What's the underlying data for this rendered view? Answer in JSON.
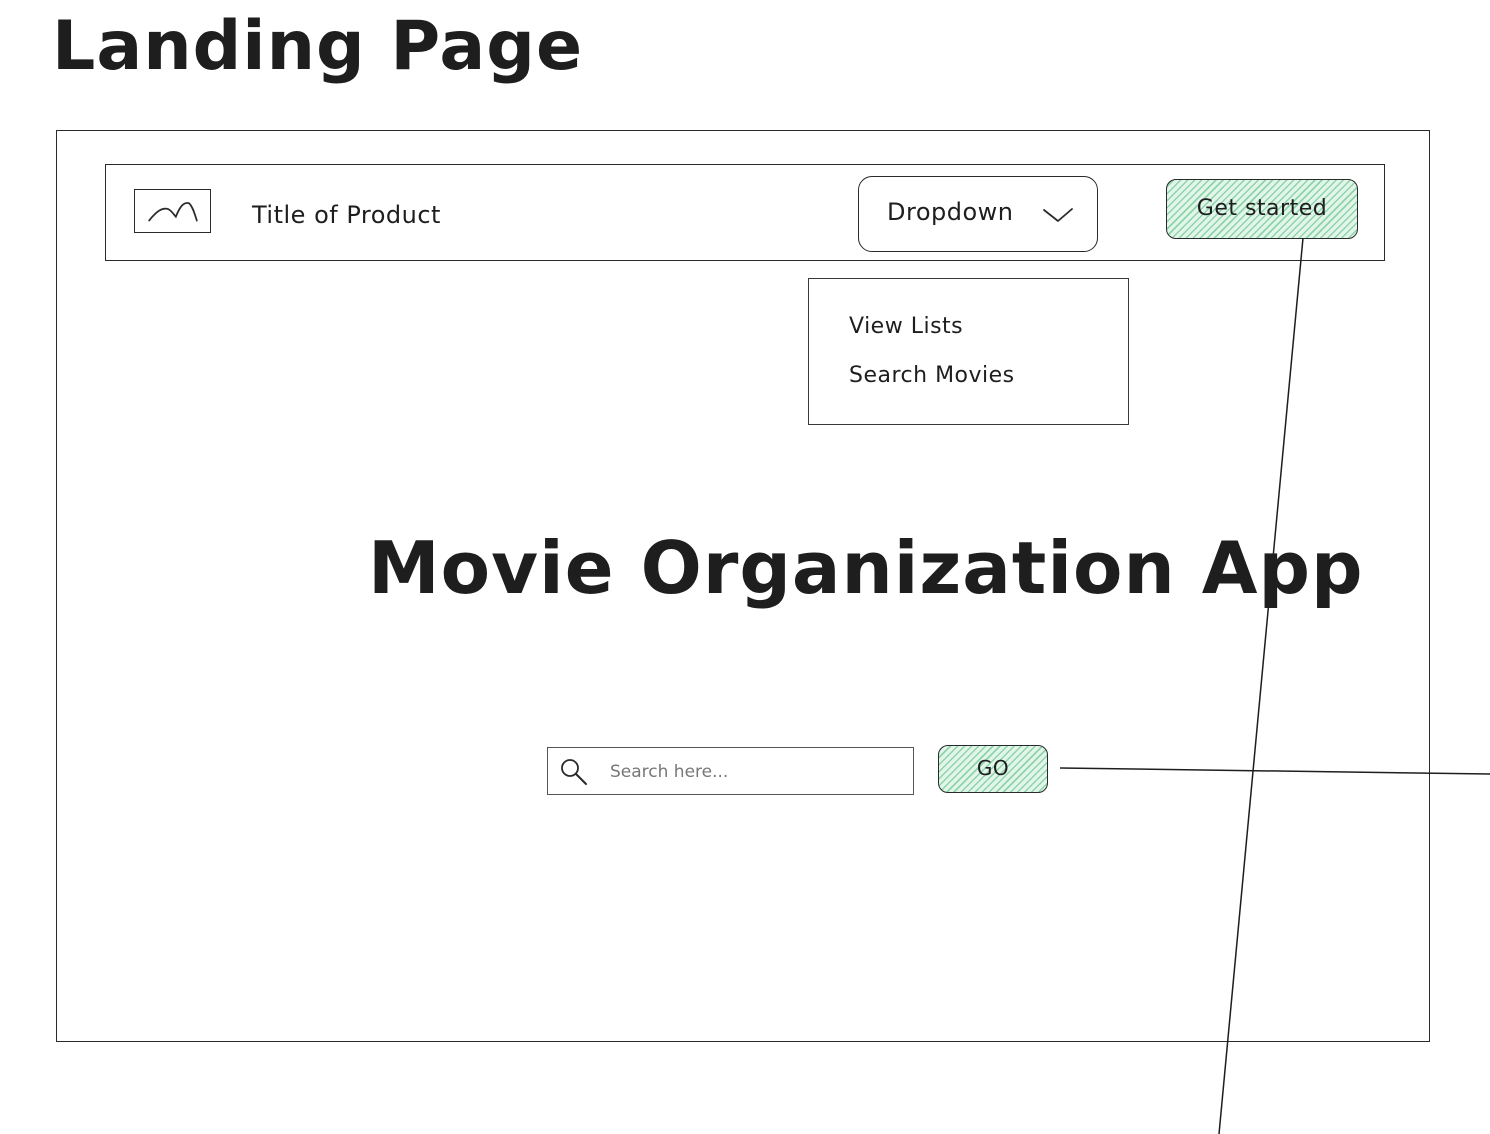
{
  "page": {
    "heading": "Landing Page"
  },
  "navbar": {
    "product_title": "Title of Product",
    "dropdown_label": "Dropdown",
    "cta_label": "Get started"
  },
  "dropdown_menu": {
    "items": [
      {
        "label": "View Lists"
      },
      {
        "label": "Search Movies"
      }
    ]
  },
  "hero": {
    "title": "Movie Organization App"
  },
  "search": {
    "placeholder": "Search here...",
    "value": "",
    "button_label": "GO"
  },
  "icons": {
    "logo": "image-placeholder-icon",
    "dropdown": "chevron-down-icon",
    "search": "search-icon"
  },
  "colors": {
    "accent_fill": "#e2f5e9",
    "accent_hatch": "#8ed3a9",
    "stroke": "#1e1e1e"
  }
}
